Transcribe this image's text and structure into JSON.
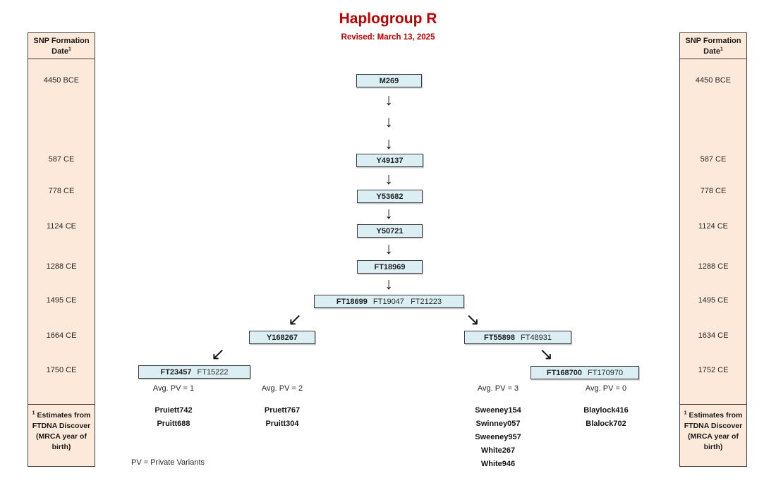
{
  "title": "Haplogroup R",
  "subtitle": "Revised: March 13, 2025",
  "colors": {
    "title_red": "#C00000",
    "node_fill": "#DAEEF3",
    "panel_fill": "#FDE9D9",
    "border_dark": "#404040"
  },
  "panels": {
    "left": {
      "header": "SNP Formation Date",
      "header_sup": "1",
      "dates": [
        "4450 BCE",
        "587 CE",
        "778 CE",
        "1124 CE",
        "1288 CE",
        "1495 CE",
        "1664 CE",
        "1750 CE"
      ],
      "footnote_sup": "1",
      "footnote": "Estimates from FTDNA Discover (MRCA year of birth)"
    },
    "right": {
      "header": "SNP Formation Date",
      "header_sup": "1",
      "dates": [
        "4450 BCE",
        "587 CE",
        "778 CE",
        "1124 CE",
        "1288 CE",
        "1495 CE",
        "1634 CE",
        "1752 CE"
      ],
      "footnote_sup": "1",
      "footnote": "Estimates from FTDNA Discover (MRCA year of birth)"
    }
  },
  "tree": {
    "m269": {
      "label": "M269"
    },
    "y49137": {
      "label": "Y49137"
    },
    "y53682": {
      "label": "Y53682"
    },
    "y50721": {
      "label": "Y50721"
    },
    "ft18969": {
      "label": "FT18969"
    },
    "ft18699": {
      "primary": "FT18699",
      "secondary": "FT19047   FT21223"
    },
    "y168267": {
      "label": "Y168267"
    },
    "ft55898": {
      "primary": "FT55898",
      "secondary": "FT48931"
    },
    "ft23457": {
      "primary": "FT23457",
      "secondary": "FT15222"
    },
    "ft168700": {
      "primary": "FT168700",
      "secondary": "FT170970"
    }
  },
  "groups": [
    {
      "avg_pv": "Avg. PV = 1",
      "names": [
        "Pruiett742",
        "Pruitt688"
      ]
    },
    {
      "avg_pv": "Avg. PV = 2",
      "names": [
        "Pruett767",
        "Pruitt304"
      ]
    },
    {
      "avg_pv": "Avg. PV = 3",
      "names": [
        "Sweeney154",
        "Swinney057",
        "Sweeney957",
        "White267",
        "White946"
      ]
    },
    {
      "avg_pv": "Avg. PV = 0",
      "names": [
        "Blaylock416",
        "Blalock702"
      ]
    }
  ],
  "legend": "PV = Private Variants",
  "icons": {
    "down_arrow": "↓",
    "down_left_arrow": "↙",
    "down_right_arrow": "↘"
  }
}
